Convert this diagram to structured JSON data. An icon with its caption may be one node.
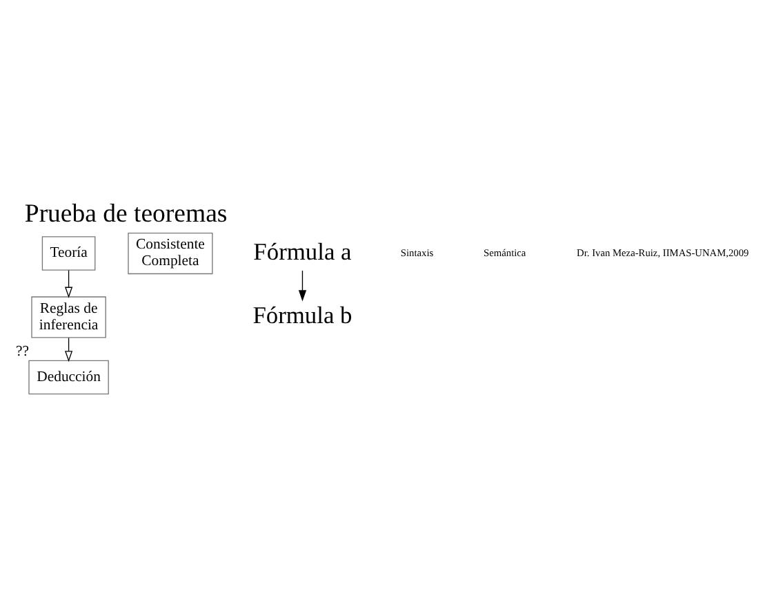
{
  "diagram": {
    "title": "Prueba de teoremas",
    "nodes": [
      {
        "text": [
          "Teoría"
        ]
      },
      {
        "text": [
          "Reglas de inferencia"
        ]
      },
      {
        "text": [
          "Deducción"
        ],
        "beside": [
          "??"
        ]
      },
      {
        "text": [
          "Consistente Completa"
        ]
      },
      {
        "text": [
          "Fórmula a"
        ]
      },
      {
        "text": [
          "Fórmula b"
        ]
      }
    ],
    "edges": [
      {
        "from": 0,
        "to": 1,
        "arrow": "to"
      },
      {
        "from": 1,
        "to": 2,
        "arrow": "to"
      },
      {
        "from": 4,
        "to": 5,
        "arrow": "to"
      }
    ],
    "labels": [
      "Sintaxis",
      "Semántica",
      "Dr. Ivan Meza-Ruiz, IIMAS-UNAM,2009"
    ]
  }
}
